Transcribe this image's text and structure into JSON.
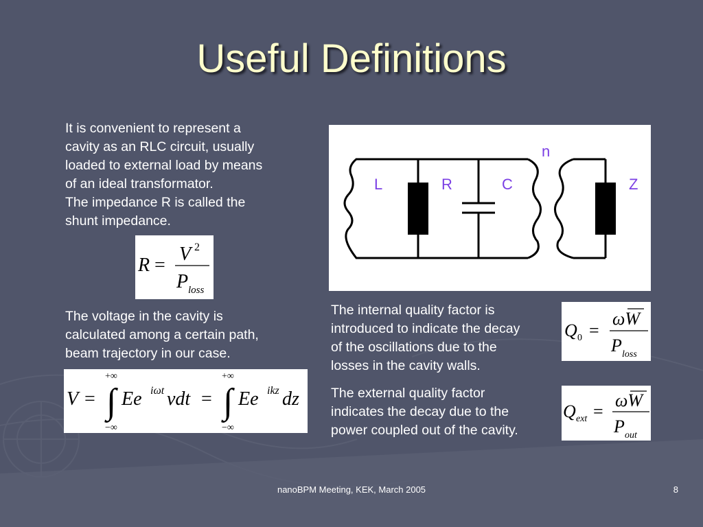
{
  "slide": {
    "title": "Useful Definitions",
    "page_number": "8",
    "footer": "nanoBPM Meeting, KEK, March 2005"
  },
  "left": {
    "intro_lines": [
      "It is convenient to represent a",
      "cavity as an RLC circuit, usually",
      "loaded to external load by means",
      "of an ideal transformator.",
      "The impedance R is called the",
      "shunt impedance."
    ],
    "voltage_lines": [
      "The voltage in the cavity is",
      "calculated among a certain path,",
      "beam trajectory in our case."
    ]
  },
  "right": {
    "q0_lines": [
      "The internal quality factor is",
      "introduced to indicate the decay",
      "of the oscillations due to the",
      "losses in the cavity walls."
    ],
    "qext_lines": [
      "The external quality factor",
      "indicates the decay due to the",
      "power coupled out of the cavity."
    ]
  },
  "formulas": {
    "r": {
      "lhs": "R",
      "eq": "=",
      "num": "V",
      "sup": "2",
      "den": "P",
      "den_sub": "loss"
    },
    "v": {
      "lhs": "V",
      "eq": "=",
      "upper": "+∞",
      "lower": "−∞",
      "int": "∫",
      "t1": "Ee",
      "t1_sup": "iωt",
      "t1_tail": "vdt",
      "t2": "Ee",
      "t2_sup": "ikz",
      "t2_tail": "dz"
    },
    "q0": {
      "lhs": "Q",
      "lhs_sub": "0",
      "eq": "=",
      "num": "ωW",
      "den": "P",
      "den_sub": "loss"
    },
    "qext": {
      "lhs": "Q",
      "lhs_sub": "ext",
      "eq": "=",
      "num": "ωW",
      "den": "P",
      "den_sub": "out"
    }
  },
  "circuit": {
    "labels": {
      "l": "L",
      "r": "R",
      "c": "C",
      "z": "Z",
      "n": "n"
    },
    "label_color": "#7b3fe4"
  },
  "colors": {
    "background": "#50556a",
    "title": "#ffffcc",
    "text": "#ffffff"
  }
}
